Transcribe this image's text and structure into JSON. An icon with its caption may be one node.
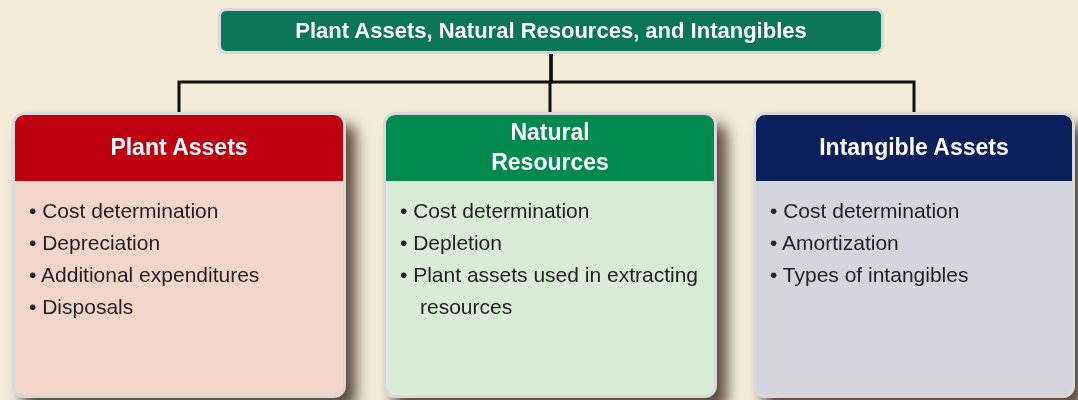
{
  "diagram": {
    "nodes": [
      {
        "text": [
          "Plant Assets, Natural Resources, and Intangibles"
        ]
      },
      {
        "text": [
          "Plant Assets",
          "• Cost determination",
          "• Depreciation",
          "• Additional expenditures",
          "• Disposals"
        ]
      },
      {
        "text": [
          "Natural Resources",
          "• Cost determination",
          "• Depletion",
          "• Plant assets used in extracting resources"
        ]
      },
      {
        "text": [
          "Intangible Assets",
          "• Cost determination",
          "• Amortization",
          "• Types of intangibles"
        ]
      }
    ],
    "edges": [
      {
        "from": 0,
        "to": 1,
        "arrow": "none"
      },
      {
        "from": 0,
        "to": 2,
        "arrow": "none"
      },
      {
        "from": 0,
        "to": 3,
        "arrow": "none"
      }
    ]
  }
}
